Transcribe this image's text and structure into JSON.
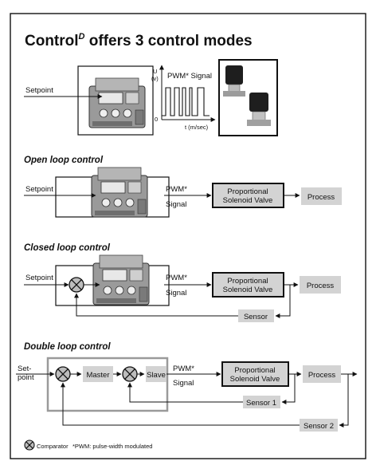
{
  "header": {
    "title_main": "Control",
    "title_sup": "D",
    "title_rest": " offers 3 control modes"
  },
  "intro": {
    "setpoint": "Setpoint",
    "axis_u": "U",
    "axis_u_unit": "(v)",
    "pwm_signal": "PWM* Signal",
    "zero": "0",
    "axis_t": "t (m/sec)"
  },
  "open_loop": {
    "title": "Open loop control",
    "setpoint": "Setpoint",
    "pwm": "PWM*",
    "signal": "Signal",
    "valve_line1": "Proportional",
    "valve_line2": "Solenoid Valve",
    "process": "Process"
  },
  "closed_loop": {
    "title": "Closed loop control",
    "setpoint": "Setpoint",
    "pwm": "PWM*",
    "signal": "Signal",
    "valve_line1": "Proportional",
    "valve_line2": "Solenoid Valve",
    "process": "Process",
    "sensor": "Sensor"
  },
  "double_loop": {
    "title": "Double loop control",
    "setpoint_line1": "Set-",
    "setpoint_line2": "point",
    "master": "Master",
    "slave": "Slave",
    "pwm": "PWM*",
    "signal": "Signal",
    "valve_line1": "Proportional",
    "valve_line2": "Solenoid Valve",
    "process": "Process",
    "sensor1": "Sensor 1",
    "sensor2": "Sensor 2"
  },
  "legend": {
    "comparator": "Comparator",
    "note": "*PWM: pulse-width modulated"
  },
  "colors": {
    "frame": "#111111",
    "box_fill": "#d3d3d3",
    "device_fill": "#8f8f8f"
  }
}
